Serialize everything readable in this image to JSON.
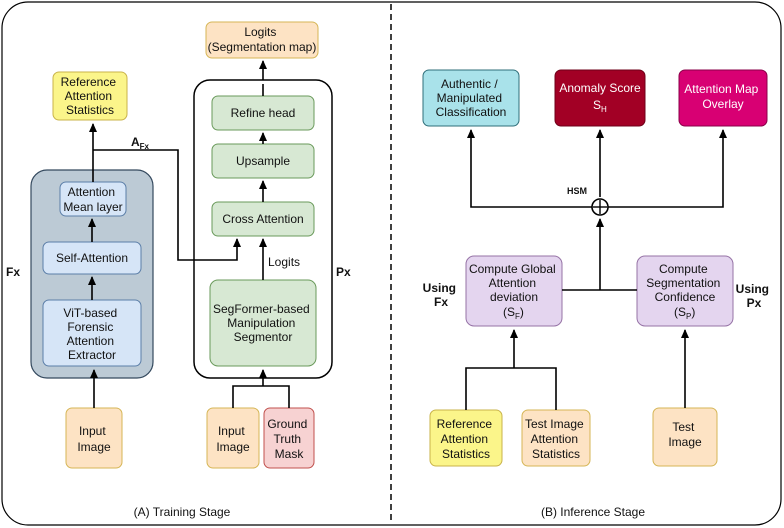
{
  "colors": {
    "yellow": "#fbf58a",
    "peach": "#fde3c4",
    "pink_fill": "#f7d2d2",
    "green_fill": "#d7e8d3",
    "blue_fill": "#d6e5f7",
    "cyan": "#a9e2ea",
    "crimson": "#a20025",
    "magenta": "#d80073",
    "lavender": "#e4d5ef",
    "gray_panel": "#bccad5"
  },
  "training": {
    "logits_output": [
      "Logits",
      "(Segmentation map)"
    ],
    "reference_stats": [
      "Reference",
      "Attention",
      "Statistics"
    ],
    "attention_mean": [
      "Attention",
      "Mean layer"
    ],
    "self_attention": [
      "Self-Attention"
    ],
    "vit_extractor": [
      "ViT-based",
      "Forensic",
      "Attention",
      "Extractor"
    ],
    "input_image_fx": [
      "Input",
      "Image"
    ],
    "refine_head": [
      "Refine head"
    ],
    "upsample": [
      "Upsample"
    ],
    "cross_attention": [
      "Cross Attention"
    ],
    "segformer": [
      "SegFormer-based",
      "Manipulation",
      "Segmentor"
    ],
    "input_image_px": [
      "Input",
      "Image"
    ],
    "ground_truth": [
      "Ground",
      "Truth",
      "Mask"
    ],
    "label_fx": "Fx",
    "label_px": "Px",
    "label_afx_main": "A",
    "label_afx_sub": "Fx",
    "label_logits_arrow": "Logits",
    "caption": "(A) Training Stage"
  },
  "inference": {
    "authentic": [
      "Authentic /",
      "Manipulated",
      "Classification"
    ],
    "anomaly_main": "Anomaly Score",
    "anomaly_sym": "S",
    "anomaly_sub": "H",
    "attention_overlay": [
      "Attention Map",
      "Overlay"
    ],
    "hsm": "HSM",
    "oplus": "+",
    "global_dev": [
      "Compute Global",
      "Attention",
      "deviation"
    ],
    "global_dev_sym": "(S",
    "global_dev_sub": "F",
    "global_dev_close": ")",
    "seg_conf": [
      "Compute",
      "Segmentation",
      "Confidence"
    ],
    "seg_conf_sym": "(S",
    "seg_conf_sub": "P",
    "seg_conf_close": ")",
    "using_fx": [
      "Using",
      "Fx"
    ],
    "using_px": [
      "Using",
      "Px"
    ],
    "reference_stats": [
      "Reference",
      "Attention",
      "Statistics"
    ],
    "test_stats": [
      "Test Image",
      "Attention",
      "Statistics"
    ],
    "test_image": [
      "Test",
      "Image"
    ],
    "caption": "(B) Inference Stage"
  }
}
